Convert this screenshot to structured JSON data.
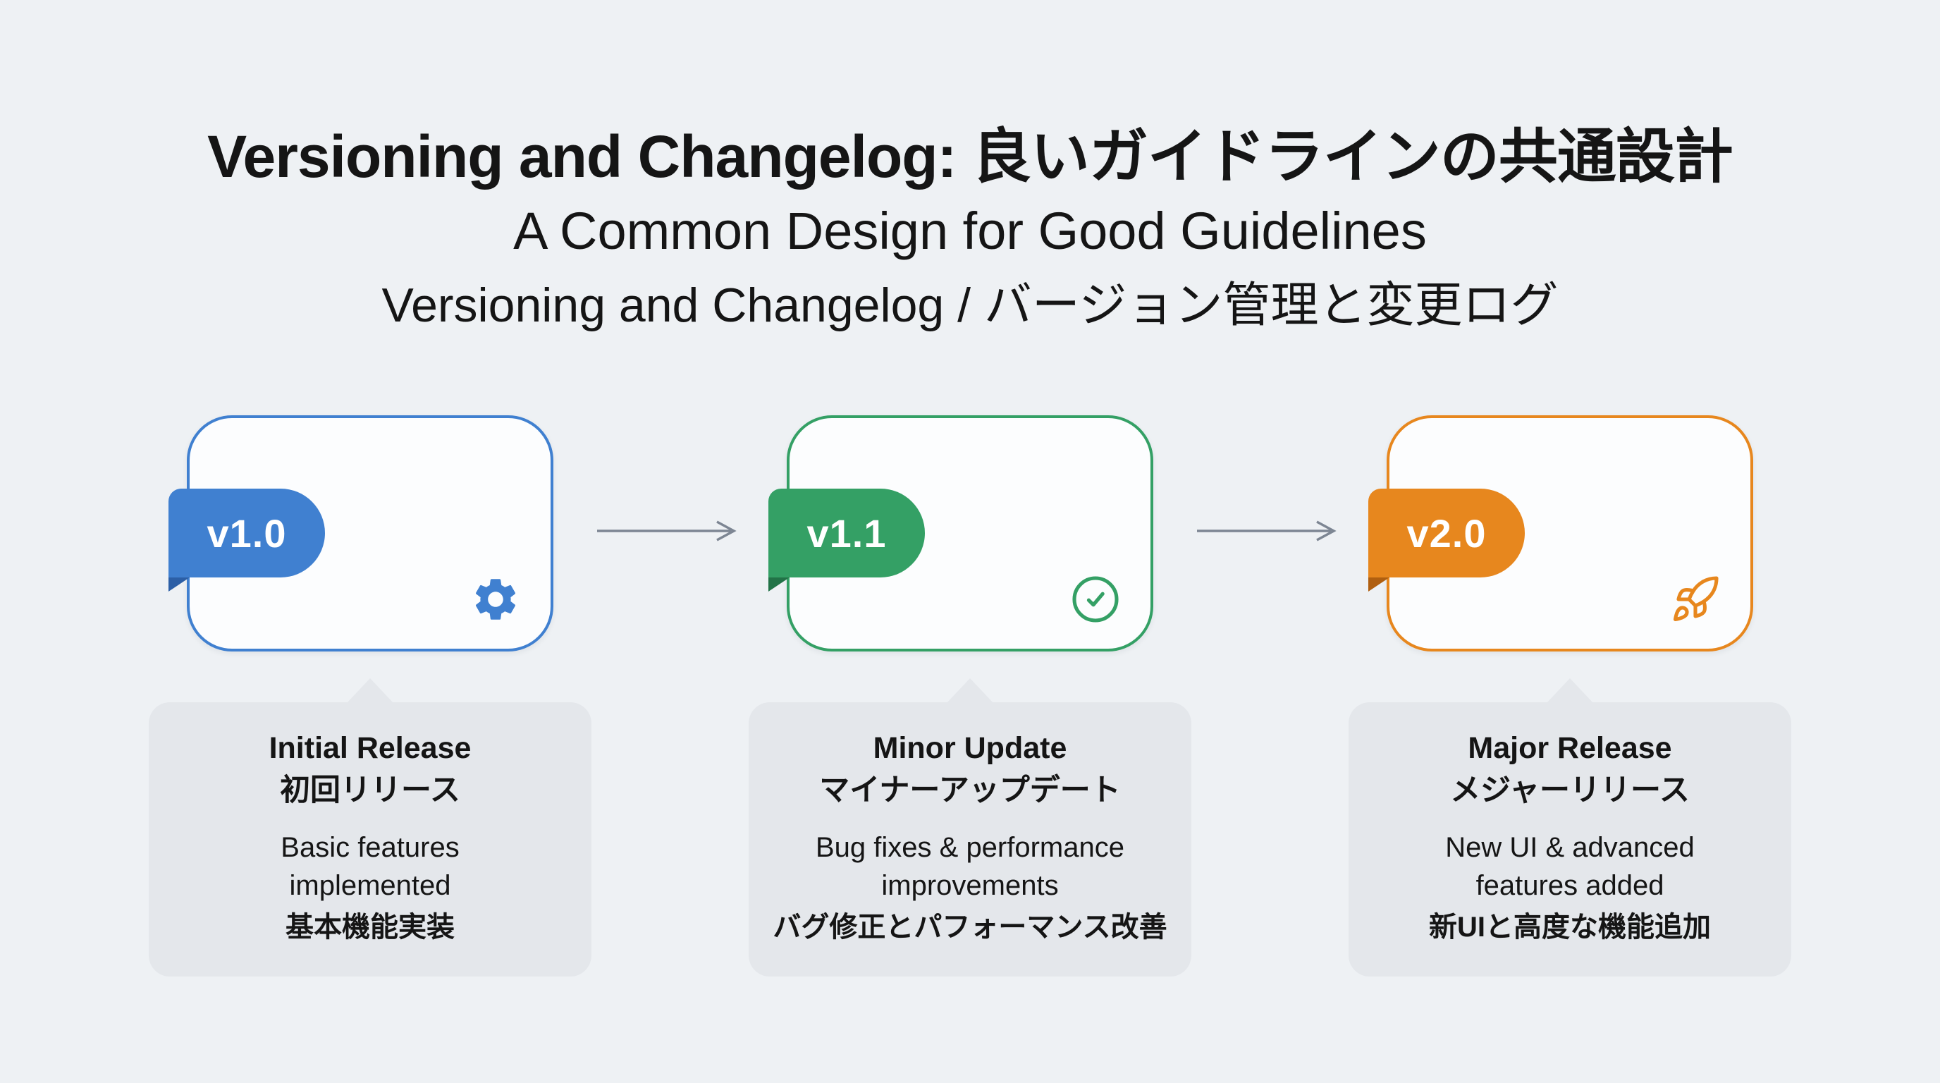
{
  "header": {
    "title": "Versioning and Changelog: 良いガイドラインの共通設計",
    "subtitle": "A Common Design for Good Guidelines",
    "tagline": "Versioning and Changelog / バージョン管理と変更ログ"
  },
  "colors": {
    "background": "#eef1f4",
    "card_fill": "#fcfdfe",
    "callout_fill": "#e4e7eb",
    "arrow": "#7d8693",
    "text": "#151515"
  },
  "stages": [
    {
      "version": "v1.0",
      "accent": "#4080d0",
      "accent_dark": "#2c5fa6",
      "icon": "gear-icon",
      "title_en": "Initial Release",
      "title_ja": "初回リリース",
      "desc_en": "Basic features\nimplemented",
      "desc_ja": "基本機能実装"
    },
    {
      "version": "v1.1",
      "accent": "#34a065",
      "accent_dark": "#227347",
      "icon": "check-circle-icon",
      "title_en": "Minor Update",
      "title_ja": "マイナーアップデート",
      "desc_en": "Bug fixes & performance\nimprovements",
      "desc_ja": "バグ修正とパフォーマンス改善"
    },
    {
      "version": "v2.0",
      "accent": "#e7871e",
      "accent_dark": "#b05f10",
      "icon": "rocket-icon",
      "title_en": "Major Release",
      "title_ja": "メジャーリリース",
      "desc_en": "New UI & advanced\nfeatures added",
      "desc_ja": "新UIと高度な機能追加"
    }
  ]
}
